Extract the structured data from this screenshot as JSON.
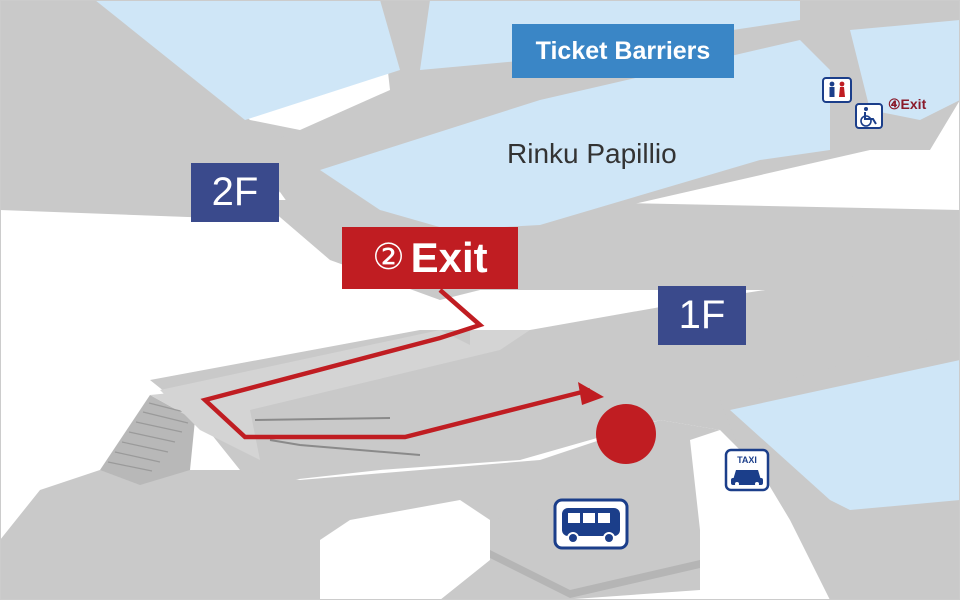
{
  "map": {
    "floor_upper": "2F",
    "floor_lower": "1F",
    "ticket_barriers": "Ticket Barriers",
    "station_name": "Rinku Papillio",
    "exit_main_number": "②",
    "exit_main_word": "Exit",
    "exit_small": "④Exit",
    "taxi_sign": "TAXI"
  },
  "icons": {
    "restroom": "restroom-icon",
    "wheelchair": "wheelchair-icon",
    "taxi": "taxi-icon",
    "bus": "bus-icon",
    "destination": "destination-marker"
  },
  "colors": {
    "floor_gray": "#c9c9c9",
    "light_blue": "#cfe6f7",
    "floor_label_bg": "#3a4a8c",
    "ticket_label_bg": "#3a86c6",
    "exit_red": "#c01d22",
    "route_red": "#c01d22",
    "icon_blue": "#1b3e8a",
    "exit_small_text": "#8a1a2a"
  }
}
